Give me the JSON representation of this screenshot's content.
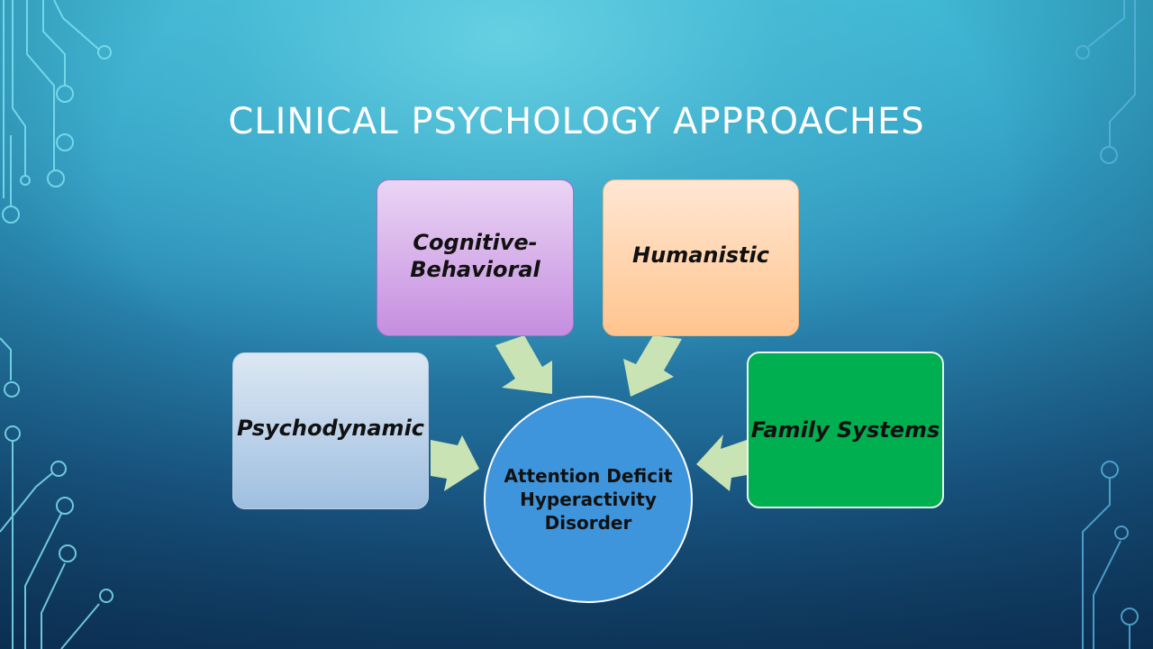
{
  "slide": {
    "title": "CLINICAL PSYCHOLOGY APPROACHES"
  },
  "diagram": {
    "center": "Attention Deficit Hyperactivity Disorder",
    "approaches": {
      "psychodynamic": "Psychodynamic",
      "cognitive_behavioral_line1": "Cognitive-",
      "cognitive_behavioral_line2": "Behavioral",
      "humanistic": "Humanistic",
      "family_systems": "Family Systems"
    }
  },
  "colors": {
    "arrow": "#c9e3b4",
    "center_fill": "#3f95dc",
    "family_fill": "#00b050"
  }
}
